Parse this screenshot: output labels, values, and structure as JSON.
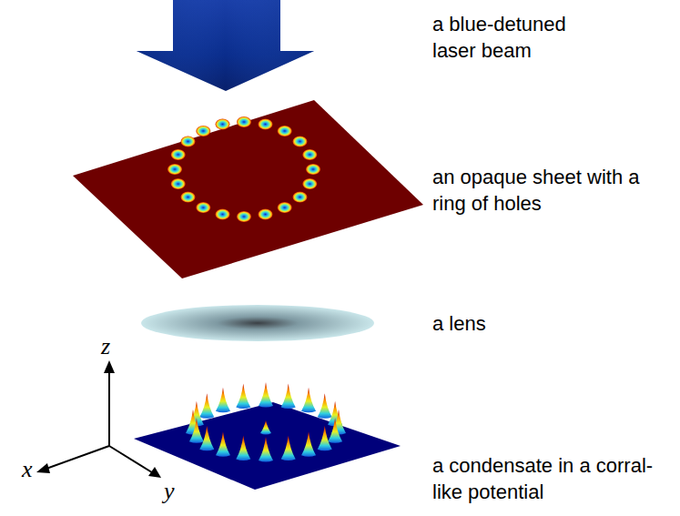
{
  "diagram": {
    "labels": [
      "a blue-detuned laser beam",
      "an opaque sheet with a ring of holes",
      "a lens",
      "a condensate in a corral-like potential",
      "z",
      "x",
      "y"
    ]
  }
}
